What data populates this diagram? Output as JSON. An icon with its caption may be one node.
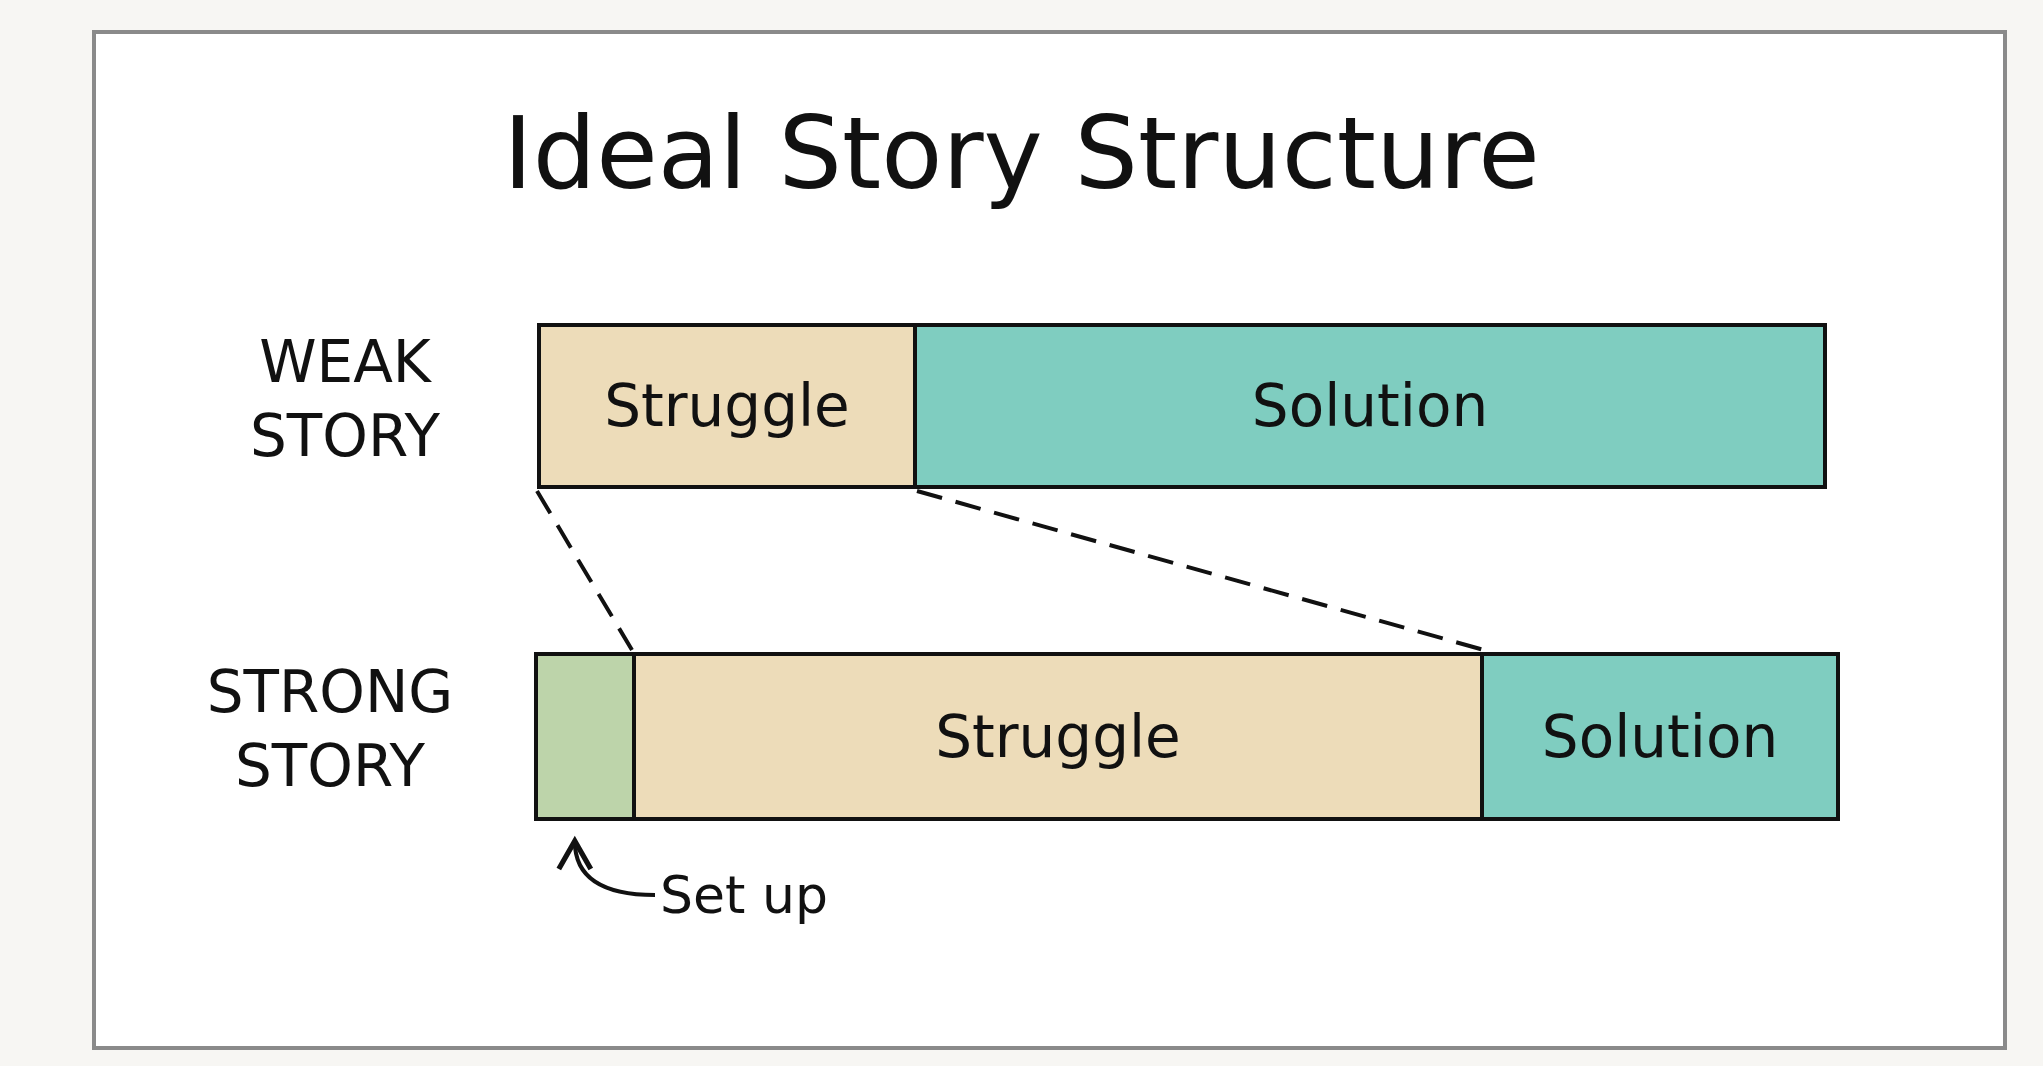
{
  "diagram": {
    "title": "Ideal Story Structure",
    "nodes": [
      {
        "text": [
          "Struggle"
        ]
      },
      {
        "text": [
          "Solution"
        ]
      },
      {
        "text": [],
        "shape": "box"
      },
      {
        "text": [
          "Struggle"
        ]
      },
      {
        "text": [
          "Solution"
        ]
      },
      {
        "text": [
          "Set up"
        ]
      }
    ],
    "edges": [
      {
        "from": 0,
        "to": 3,
        "arrow": "none",
        "style": "dashed"
      },
      {
        "from": 0,
        "to": 3,
        "arrow": "none",
        "style": "dashed"
      },
      {
        "from": 5,
        "to": 2,
        "arrow": "to"
      }
    ],
    "labels": [
      "WEAK STORY",
      "STRONG STORY"
    ]
  }
}
